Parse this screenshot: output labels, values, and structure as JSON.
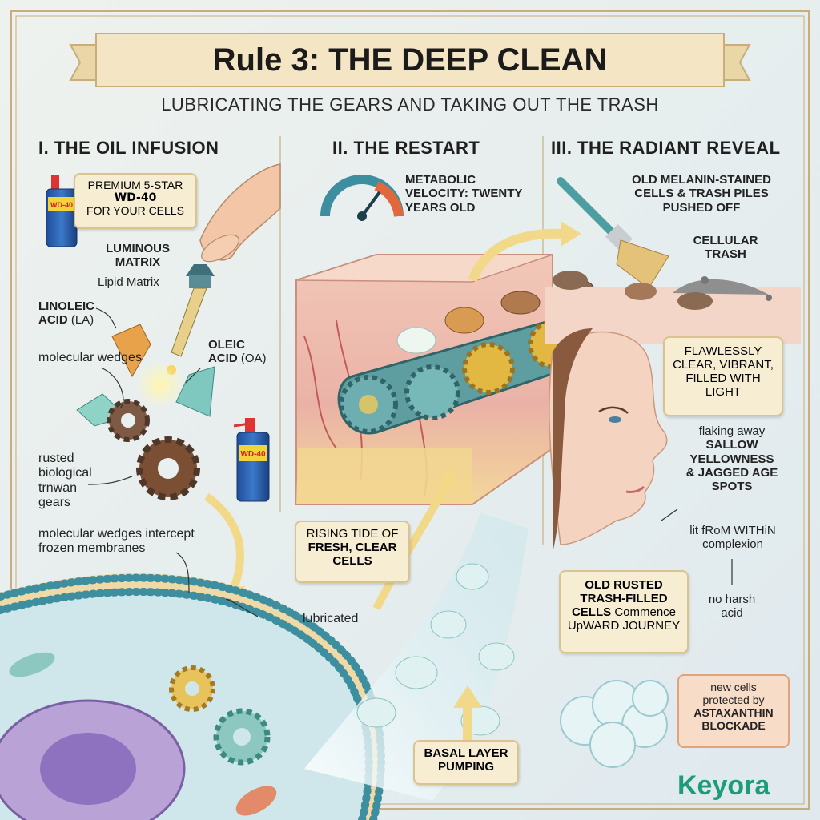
{
  "header": {
    "title": "Rule 3: THE DEEP CLEAN",
    "subtitle": "LUBRICATING THE GEARS AND TAKING OUT THE TRASH"
  },
  "sections": {
    "one": "I. THE OIL INFUSION",
    "two": "II. THE RESTART",
    "three": "III. THE RADIANT REVEAL"
  },
  "oil": {
    "premium_l1": "PREMIUM 5-STAR",
    "premium_l2": "WD-40",
    "premium_l3": "FOR YOUR CELLS",
    "can_label": "WD-40",
    "luminous_l1": "LUMINOUS",
    "luminous_l2": "MATRIX",
    "lipid": "Lipid Matrix",
    "linoleic_l1": "LINOLEIC",
    "linoleic_l2_bold": "ACID",
    "linoleic_l2": "(LA)",
    "oleic_l1": "OLEIC",
    "oleic_l2_bold": "ACID",
    "oleic_l2": "(OA)",
    "wedges": "molecular wedges",
    "rusted_l1": "rusted",
    "rusted_l2": "biological",
    "rusted_l3": "trnwan",
    "rusted_l4": "gears",
    "intercept_l1": "molecular wedges intercept",
    "intercept_l2": "frozen membranes",
    "lubricated": "lubricated"
  },
  "restart": {
    "velocity_l1": "METABOLIC",
    "velocity_l2": "VELOCITY: TWENTY",
    "velocity_l3": "YEARS OLD",
    "tide_l1": "RISING TIDE OF",
    "tide_l2": "FRESH, CLEAR",
    "tide_l3": "CELLS",
    "basal_l1": "BASAL LAYER",
    "basal_l2": "PUMPING"
  },
  "reveal": {
    "old_l1": "OLD MELANIN-STAINED",
    "old_l2": "CELLS & TRASH PILES",
    "old_l3": "PUSHED OFF",
    "trash_l1": "CELLULAR",
    "trash_l2": "TRASH",
    "flawless_l1": "FLAWLESSLY",
    "flawless_l2": "CLEAR, VIBRANT,",
    "flawless_l3": "FILLED WITH",
    "flawless_l4": "LIGHT",
    "flaking_l1": "flaking away",
    "flaking_l2": "SALLOW",
    "flaking_l3": "YELLOWNESS",
    "flaking_l4": "& JAGGED AGE",
    "flaking_l5": "SPOTS",
    "lit_l1": "lit fRoM WITHiN",
    "lit_l2": "complexion",
    "harsh_l1": "no harsh",
    "harsh_l2": "acid",
    "rusted_l1": "OLD RUSTED",
    "rusted_l2": "TRASH-FILLED",
    "rusted_l3_bold": "CELLS",
    "rusted_l3": "Commence",
    "rusted_l4": "UpWARD JOURNEY",
    "newcells_l1": "new cells",
    "newcells_l2": "protected by",
    "newcells_l3": "ASTAXANTHIN",
    "newcells_l4": "BLOCKADE"
  },
  "brand": {
    "logo": "Keyora"
  },
  "colors": {
    "background": "#e9f0f1",
    "banner": "#f4e6c4",
    "box": "#f6edd3",
    "teal": "#4f9a94",
    "rust": "#8a5a3a",
    "brand": "#1e9c7a"
  }
}
